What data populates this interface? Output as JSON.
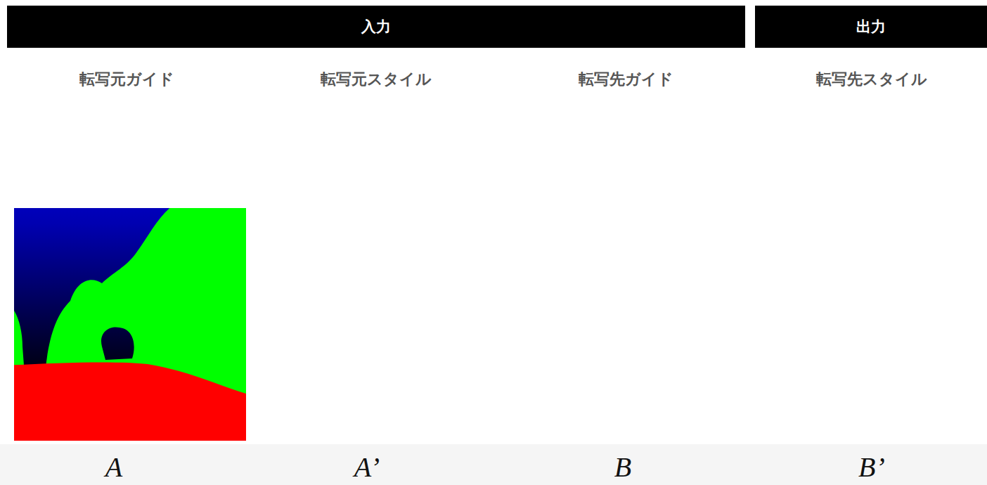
{
  "diagram": {
    "nodes": [
      {
        "text": [
          "入力"
        ]
      },
      {
        "text": [
          "出力"
        ]
      }
    ],
    "labels": [
      "転写元ガイド",
      "転写元スタイル",
      "転写先ガイド",
      "転写先スタイル",
      "A",
      "A’",
      "B",
      "B’"
    ]
  }
}
